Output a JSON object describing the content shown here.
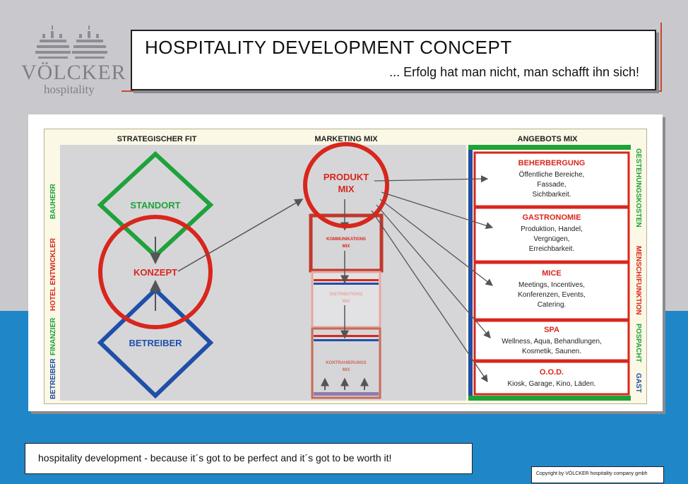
{
  "header": {
    "logo_name": "VÖLCKER",
    "logo_sub": "hospitality",
    "title": "HOSPITALITY DEVELOPMENT CONCEPT",
    "subtitle": "... Erfolg hat man nicht, man schafft ihn sich!"
  },
  "diagram": {
    "col_strategic": "STRATEGISCHER FIT",
    "col_marketing": "MARKETING MIX",
    "col_angebot": "ANGEBOTS MIX",
    "standort": "STANDORT",
    "konzept": "KONZEPT",
    "betreiber": "BETREIBER",
    "produkt_line1": "PRODUKT",
    "produkt_line2": "MIX",
    "kommunikation_line1": "KOMMUNIKATIONS",
    "kommunikation_line2": "MIX",
    "distribution_line1": "DISTRIBUTIONS",
    "distribution_line2": "MIX",
    "kontrahierung_line1": "KONTRAHIERUNGS",
    "kontrahierung_line2": "MIX",
    "left_vertical": [
      "BETREIBER",
      "FINANZIER",
      "HOTEL ENTWICKLER",
      "BAUHERR"
    ],
    "right_vertical": [
      "GESTEHUNGSKOSTEN",
      "MENSCH/FUNKTION",
      "POSPACHT",
      "GAST"
    ],
    "offers": [
      {
        "title": "BEHERBERGUNG",
        "lines": [
          "Öffentliche Bereiche,",
          "Fassade,",
          "Sichtbarkeit."
        ]
      },
      {
        "title": "GASTRONOMIE",
        "lines": [
          "Produktion, Handel,",
          "Vergnügen,",
          "Erreichbarkeit."
        ]
      },
      {
        "title": "MICE",
        "lines": [
          "Meetings, Incentives,",
          "Konferenzen, Events,",
          "Catering."
        ]
      },
      {
        "title": "SPA",
        "lines": [
          "Wellness, Aqua, Behandlungen,",
          "Kosmetik, Saunen."
        ]
      },
      {
        "title": "O.O.D.",
        "lines": [
          "Kiosk, Garage, Kino, Läden."
        ]
      }
    ],
    "colors": {
      "red": "#d9261c",
      "green": "#1fa23a",
      "blue": "#1f4fa8",
      "grey_text": "#222222"
    }
  },
  "footer": {
    "slogan": "hospitality development - because it´s got to be perfect and it´s got to be worth it!",
    "copyright": "Copyright by VÖLCKER hospitality company gmbh"
  }
}
